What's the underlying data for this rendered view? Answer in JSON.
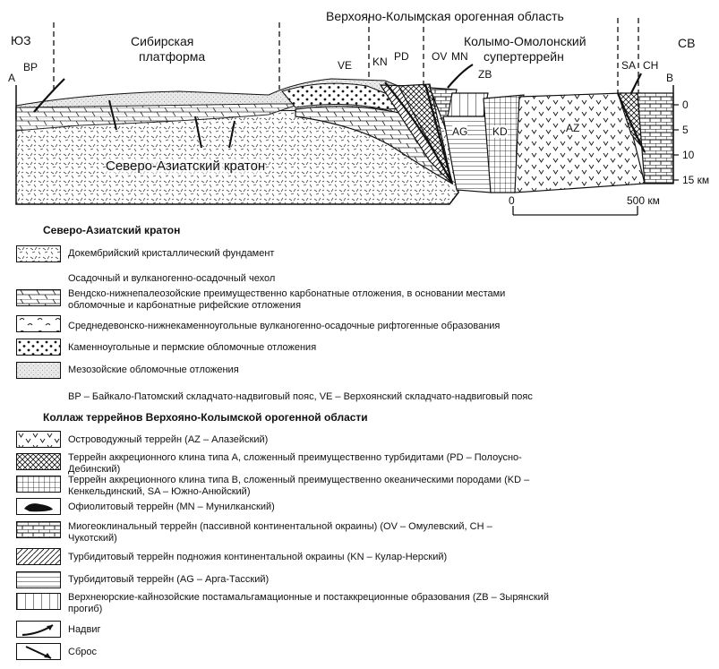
{
  "section": {
    "title_region": "Верхояно-Колымская орогенная область",
    "sw": "ЮЗ",
    "ne": "СВ",
    "point_a": "А",
    "point_b": "В",
    "siberian_platform": [
      "Сибирская",
      "платформа"
    ],
    "kolyma_omolon": [
      "Колымо-Омолонский",
      "супертеррейн"
    ],
    "craton": "Северо-Азиатский кратон",
    "belts": [
      "ВР",
      "VE"
    ],
    "terranes": [
      "KN",
      "PD",
      "OV",
      "MN",
      "ZB",
      "AG",
      "KD",
      "AZ",
      "SA",
      "CH"
    ],
    "depth_ticks": [
      "0",
      "5",
      "10",
      "15 км"
    ],
    "scale": [
      "0",
      "500 км"
    ]
  },
  "legend": {
    "craton_header": "Северо-Азиатский кратон",
    "items_craton": [
      {
        "pattern": "basement",
        "text": "Докембрийский кристаллический фундамент"
      }
    ],
    "cover_header": "Осадочный и вулканогенно-осадочный чехол",
    "items_cover": [
      {
        "pattern": "carbonate",
        "text": "Вендско-нижнепалеозойские преимущественно карбонатные отложения, в основании местами обломочные и карбонатные рифейские отложения"
      },
      {
        "pattern": "rift",
        "text": "Среднедевонско-нижнекаменноугольные вулканогенно-осадочные рифтогенные образования"
      },
      {
        "pattern": "dots",
        "text": "Каменноугольные и пермские обломочные отложения"
      },
      {
        "pattern": "stipple",
        "text": "Мезозойские обломочные отложения"
      }
    ],
    "belts_note": "ВР – Байкало-Патомский складчато-надвиговый пояс, VE – Верхоянский складчато-надвиговый пояс",
    "collage_header": "Коллаж террейнов Верхояно-Колымской орогенной области",
    "items_collage": [
      {
        "pattern": "island_arc",
        "text": "Островодужный террейн (AZ – Алазейский)"
      },
      {
        "pattern": "cross",
        "text": "Террейн аккреционного клина типа А, сложенный преимущественно турбидитами (PD – Полоусно-Дебинский)"
      },
      {
        "pattern": "grid",
        "text": "Террейн аккреционного клина типа В, сложенный преимущественно океаническими породами (KD – Кенкельдинский, SA – Южно-Анюйский)"
      },
      {
        "pattern": "ophiolite",
        "text": "Офиолитовый террейн (MN – Мунилканский)"
      },
      {
        "pattern": "brick",
        "text": "Миогеоклинальный террейн (пассивной континентальной окраины) (OV – Омулевский, CH – Чукотский)"
      },
      {
        "pattern": "diagonal",
        "text": "Турбидитовый террейн подножия континентальной окраины (KN – Кулар-Нерский)"
      },
      {
        "pattern": "hlines",
        "text": "Турбидитовый террейн (AG – Арга-Тасский)"
      },
      {
        "pattern": "vlines",
        "text": "Верхнеюрские-кайнозойские постамальгамационные и постаккреционные образования (ZB – Зырянский прогиб)"
      },
      {
        "pattern": "thrust",
        "text": "Надвиг"
      },
      {
        "pattern": "fault",
        "text": "Сброс"
      }
    ]
  }
}
